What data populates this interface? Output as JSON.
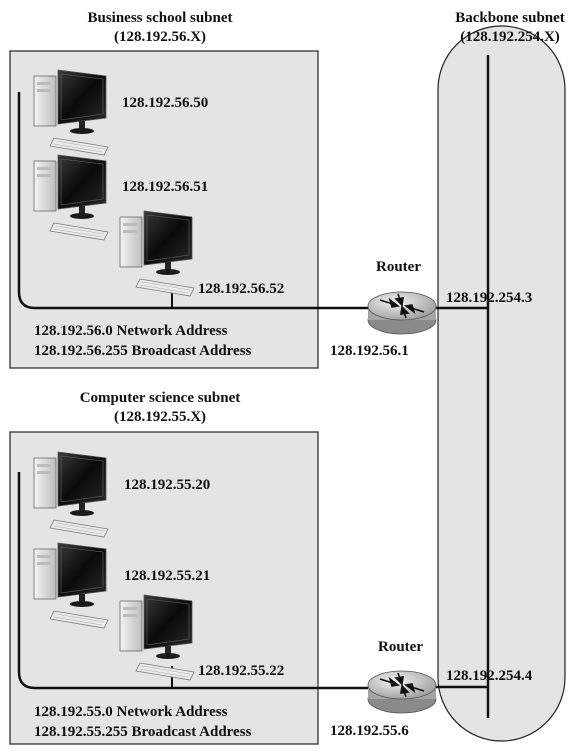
{
  "business": {
    "title": "Business school subnet",
    "subtitle": "(128.192.56.X)",
    "hosts": [
      "128.192.56.50",
      "128.192.56.51",
      "128.192.56.52"
    ],
    "network_address": "128.192.56.0 Network Address",
    "broadcast_address": "128.192.56.255 Broadcast Address"
  },
  "cs": {
    "title": "Computer science subnet",
    "subtitle": "(128.192.55.X)",
    "hosts": [
      "128.192.55.20",
      "128.192.55.21",
      "128.192.55.22"
    ],
    "network_address": "128.192.55.0 Network Address",
    "broadcast_address": "128.192.55.255 Broadcast Address"
  },
  "backbone": {
    "title": "Backbone subnet",
    "subtitle": "(128.192.254.X)"
  },
  "router_top": {
    "label": "Router",
    "inner_ip": "128.192.56.1",
    "backbone_ip": "128.192.254.3"
  },
  "router_bottom": {
    "label": "Router",
    "inner_ip": "128.192.55.6",
    "backbone_ip": "128.192.254.4"
  },
  "colors": {
    "subnet_fill": "#e4e4e4",
    "line": "#111111",
    "router_body": "#d8d8d8"
  }
}
